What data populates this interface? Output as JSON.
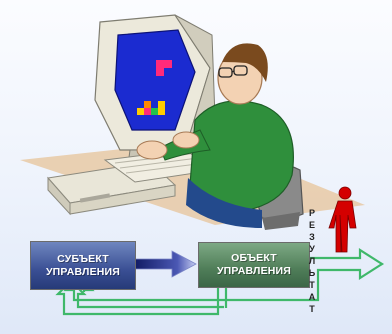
{
  "diagram": {
    "subject_block": {
      "line1": "СУБЪЕКТ",
      "line2": "УПРАВЛЕНИЯ"
    },
    "object_block": {
      "line1": "ОБЪЕКТ",
      "line2": "УПРАВЛЕНИЯ"
    },
    "result_label": {
      "letters": [
        "Р",
        "Е",
        "З",
        "У",
        "Л",
        "Ь",
        "Т",
        "А",
        "Т"
      ]
    }
  },
  "colors": {
    "subject_fill": "#3a4f94",
    "object_fill": "#4f7d58",
    "feedback_arrow": "#3fb86a",
    "control_arrow": "#2a2f8a",
    "person_figure": "#d40000",
    "monitor_screen": "#1b2bd0"
  }
}
